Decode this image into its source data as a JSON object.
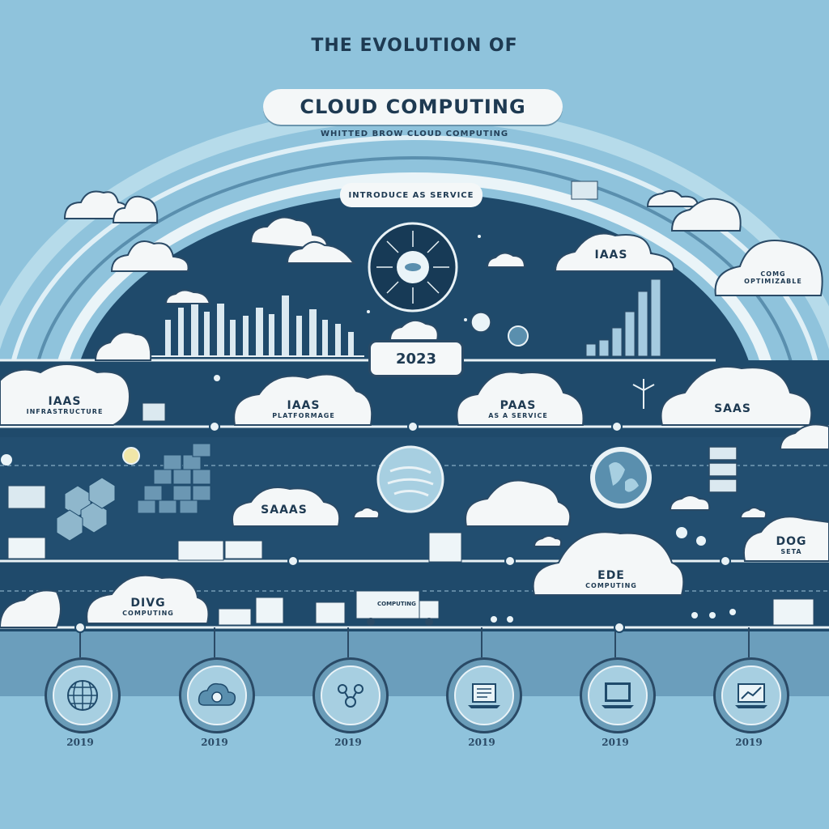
{
  "header": {
    "title_top": "THE EVOLUTION OF",
    "title_main": "CLOUD COMPUTING",
    "subtitle": "WHITTED BROW CLOUD COMPUTING"
  },
  "banner": {
    "label": "INTRODUCE AS SERVICE"
  },
  "center_year": "2023",
  "clouds": [
    {
      "main": "IAAS",
      "sub": ""
    },
    {
      "main": "IAAS",
      "sub": "INFRASTRUCTURE"
    },
    {
      "main": "IAAS",
      "sub": "PLATFORMAGE"
    },
    {
      "main": "PAAS",
      "sub": "AS A SERVICE"
    },
    {
      "main": "SAAS",
      "sub": ""
    },
    {
      "main": "SAAAS",
      "sub": ""
    },
    {
      "main": "DIVG",
      "sub": "COMPUTING"
    },
    {
      "main": "EDE",
      "sub": "COMPUTING"
    },
    {
      "main": "DOG",
      "sub": "SETA"
    },
    {
      "main": "COMG",
      "sub": "OPTIMIZABLE"
    }
  ],
  "truck_label": "COMPUTING",
  "timeline": [
    {
      "year": "2019",
      "icon": "globe-icon"
    },
    {
      "year": "2019",
      "icon": "cloud-lock-icon"
    },
    {
      "year": "2019",
      "icon": "network-icon"
    },
    {
      "year": "2019",
      "icon": "laptop-icon"
    },
    {
      "year": "2019",
      "icon": "monitor-icon"
    },
    {
      "year": "2019",
      "icon": "laptop-chart-icon"
    }
  ],
  "colors": {
    "background": "#8fc3dc",
    "panel": "#1f4a6b",
    "panel_dark": "#173a56",
    "cloud": "#f4f7f8",
    "ink": "#1e3a52"
  }
}
